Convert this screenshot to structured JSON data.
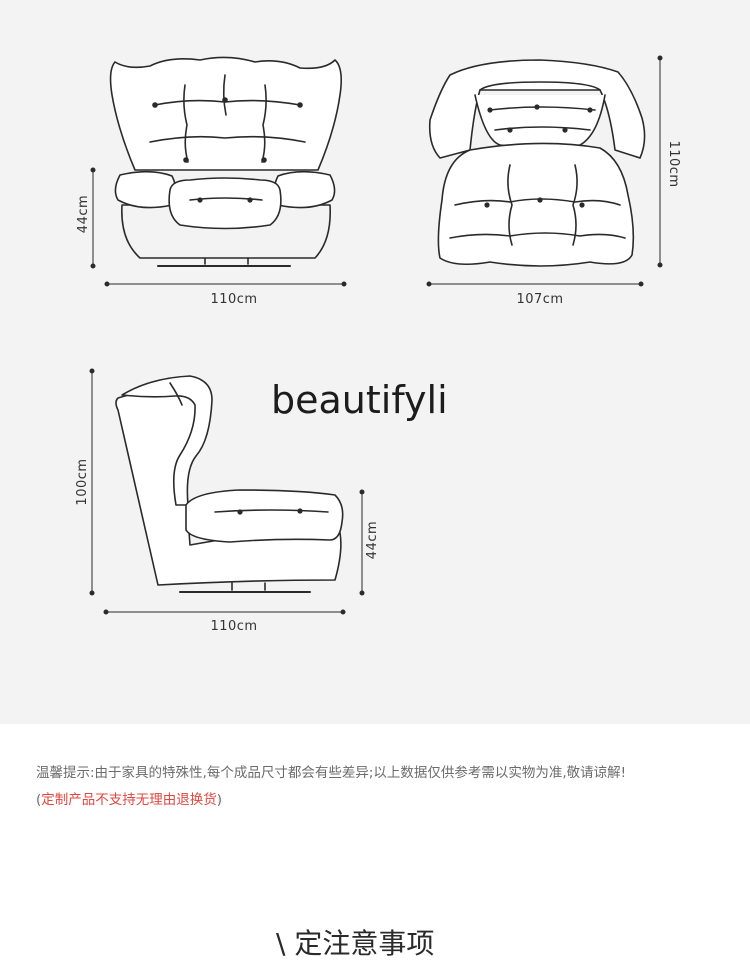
{
  "dimensions": {
    "front_seat_height": "44cm",
    "front_width": "110cm",
    "top_depth": "107cm",
    "top_length": "110cm",
    "side_height": "100cm",
    "side_seat_height": "44cm",
    "side_width": "110cm"
  },
  "watermark": "beautifyli",
  "notice": {
    "text": "温馨提示:由于家具的特殊性,每个成品尺寸都会有些差异;以上数据仅供参考需以实物为准,敬请谅解!(",
    "warning": "定制产品不支持无理由退换货",
    "close": ")"
  },
  "section_heading": "\\ 定注意事项",
  "colors": {
    "panel_bg": "#f3f3f3",
    "line": "#2a2a2a",
    "warning": "#e0473f"
  }
}
